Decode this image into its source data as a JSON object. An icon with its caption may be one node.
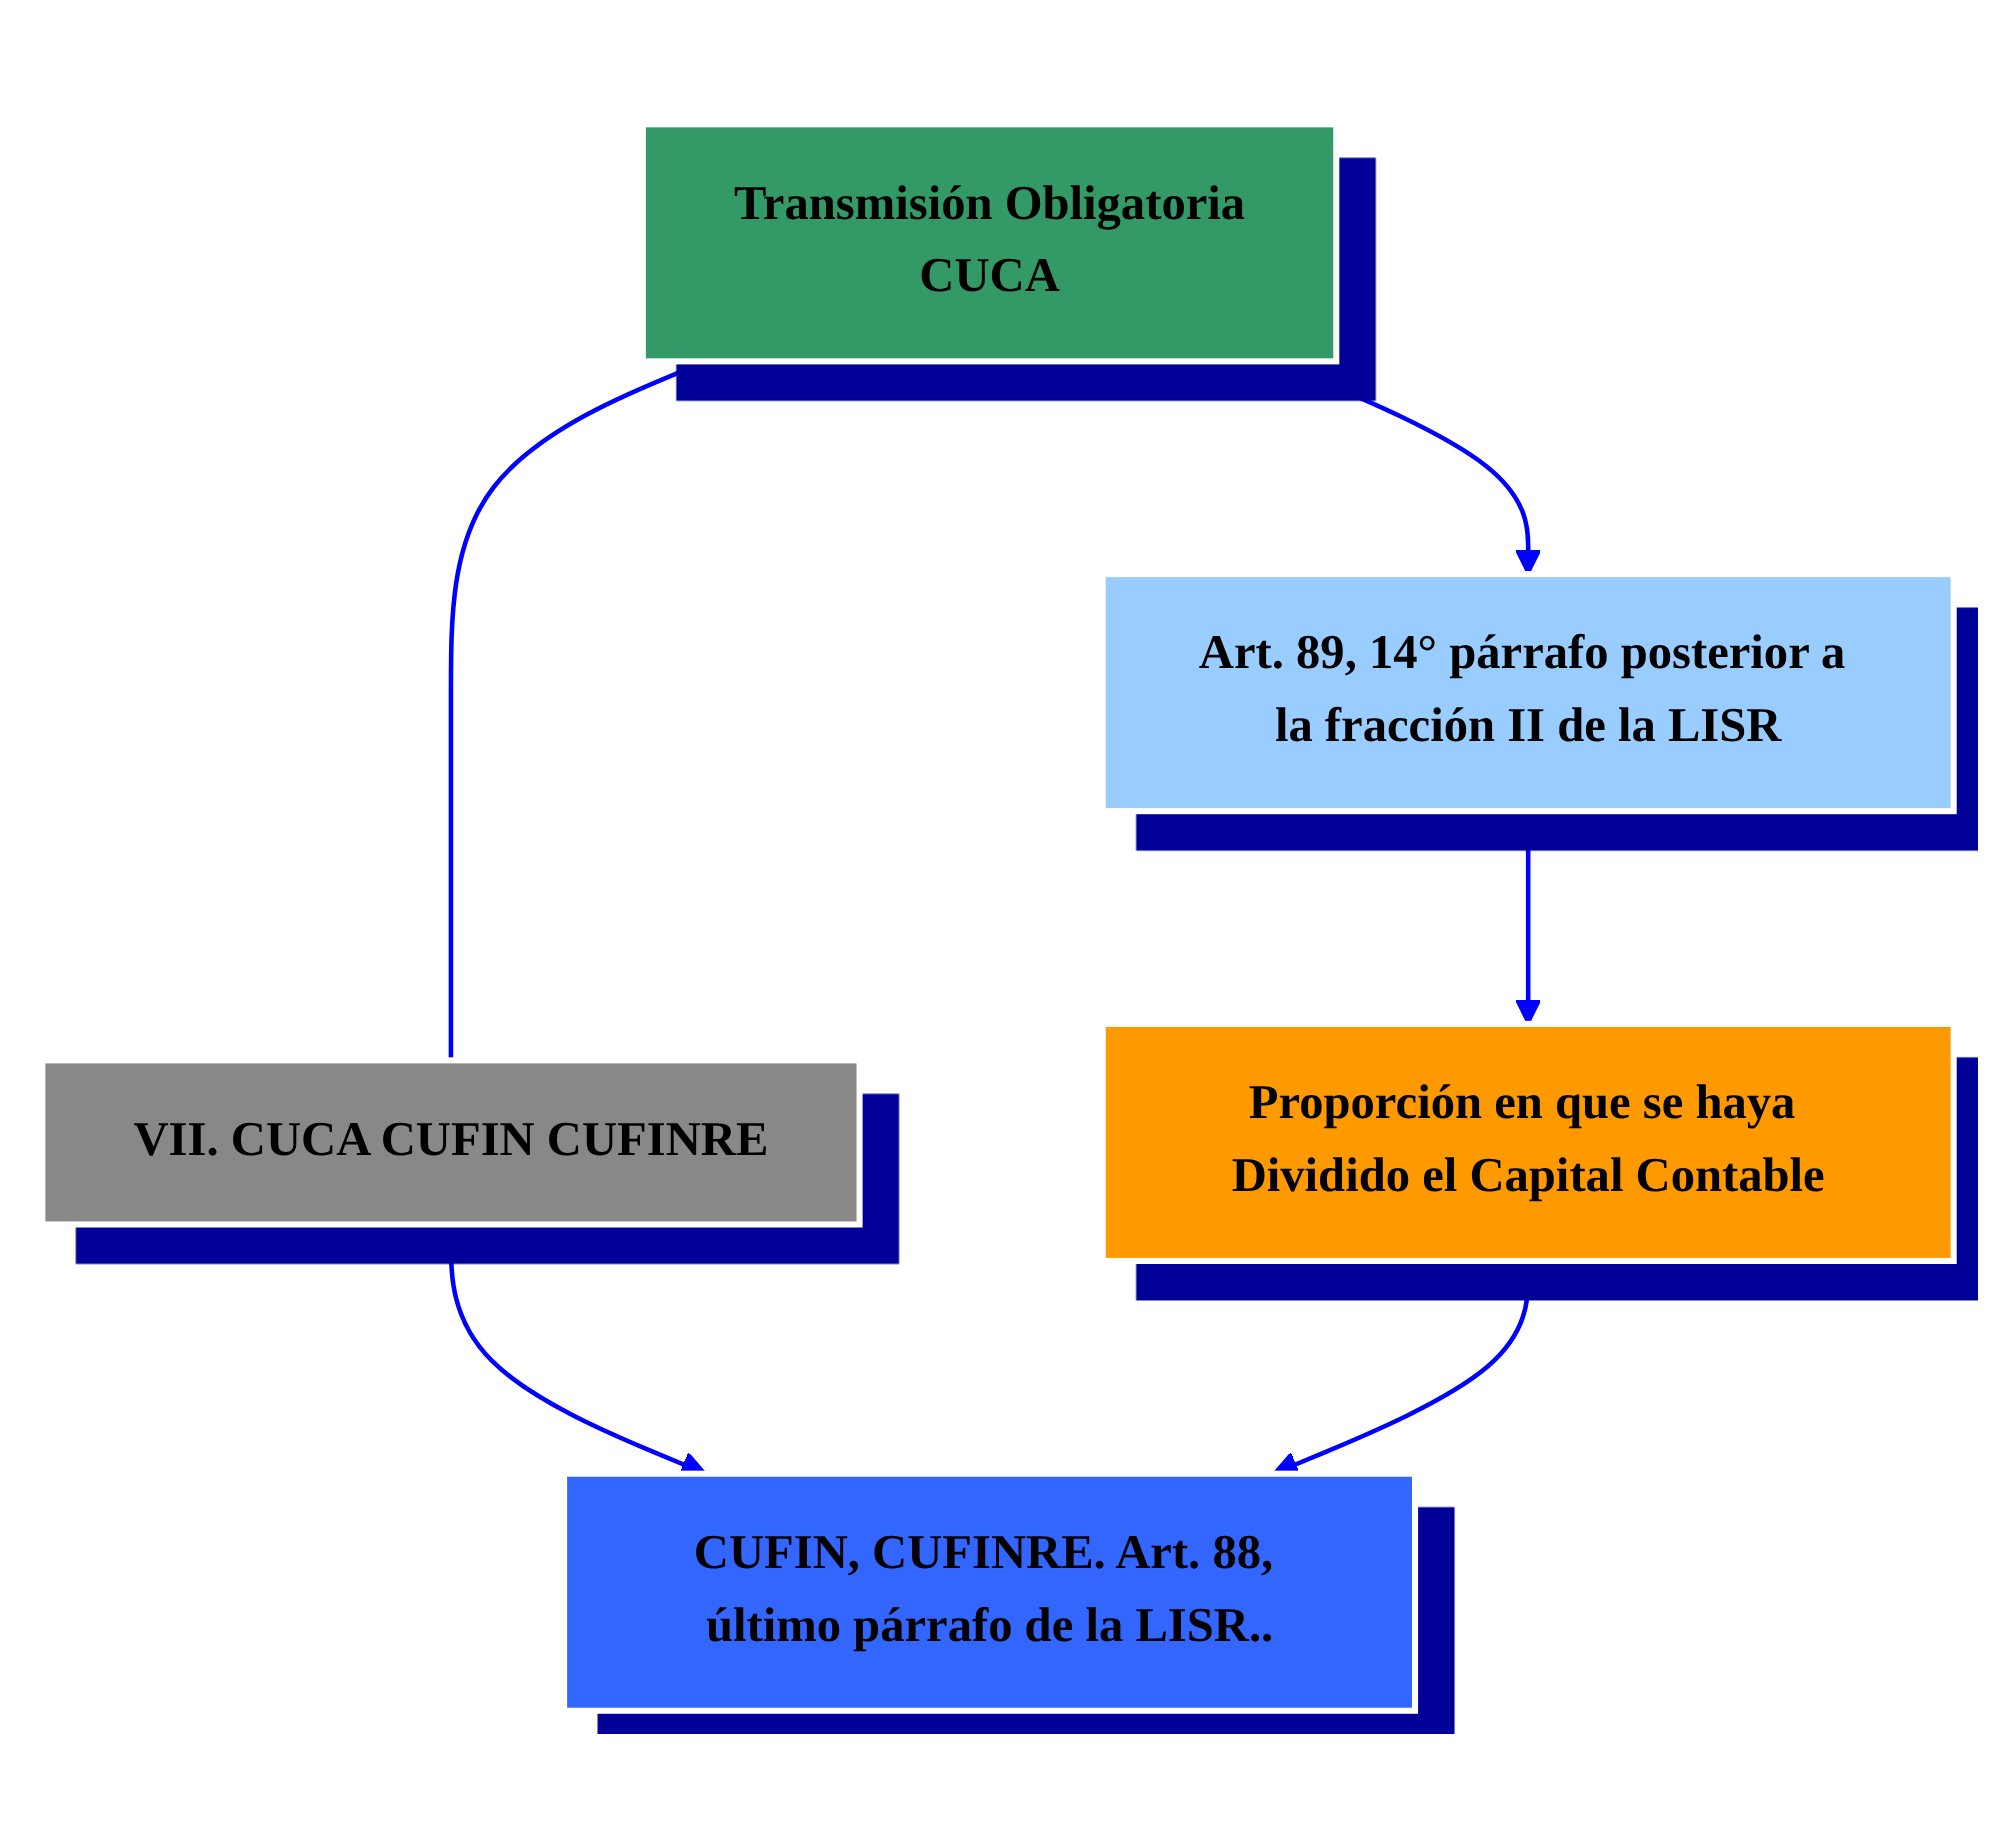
{
  "diagram": {
    "nodes": [
      {
        "text": [
          "Transmisión Obligatoria",
          "CUCA"
        ]
      },
      {
        "text": [
          "Art. 89, 14° párrafo posterior a la fracción II de la LISR"
        ]
      },
      {
        "text": [
          "Proporción en que se haya Dividido el Capital Contable"
        ]
      },
      {
        "text": [
          "VII. CUCA CUFIN CUFINRE"
        ]
      },
      {
        "text": [
          "CUFIN, CUFINRE. Art. 88, último párrafo de la LISR.."
        ]
      }
    ],
    "edges": [
      {
        "from": 0,
        "to": 1,
        "arrow": "to"
      },
      {
        "from": 1,
        "to": 2,
        "arrow": "to"
      },
      {
        "from": 0,
        "to": 3,
        "arrow": "none"
      },
      {
        "from": 3,
        "to": 4,
        "arrow": "to"
      },
      {
        "from": 2,
        "to": 4,
        "arrow": "to"
      }
    ]
  }
}
